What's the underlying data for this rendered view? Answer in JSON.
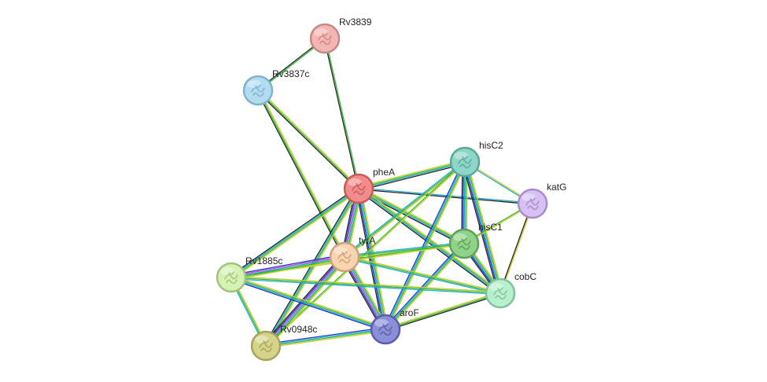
{
  "network": {
    "nodes": [
      {
        "id": "Rv3839",
        "label": "Rv3839",
        "color": "#f4b6b2",
        "ring": "#c88882"
      },
      {
        "id": "Rv3837c",
        "label": "Rv3837c",
        "color": "#b2dcf2",
        "ring": "#7fb2cc"
      },
      {
        "id": "pheA",
        "label": "pheA",
        "color": "#f28c8c",
        "ring": "#c85a5a"
      },
      {
        "id": "hisC2",
        "label": "hisC2",
        "color": "#8ed6c8",
        "ring": "#5aa898"
      },
      {
        "id": "katG",
        "label": "katG",
        "color": "#d8c0f4",
        "ring": "#a68ccc"
      },
      {
        "id": "hisC1",
        "label": "hisC1",
        "color": "#8fd28a",
        "ring": "#5ca05a"
      },
      {
        "id": "tyrA",
        "label": "tyrA",
        "color": "#f8d4b0",
        "ring": "#cca07a"
      },
      {
        "id": "Rv1885c",
        "label": "Rv1885c",
        "color": "#d6f2b2",
        "ring": "#a2c282"
      },
      {
        "id": "cobC",
        "label": "cobC",
        "color": "#b8f0cc",
        "ring": "#82c29c"
      },
      {
        "id": "aroF",
        "label": "aroF",
        "color": "#8a8fd8",
        "ring": "#5a5ea8"
      },
      {
        "id": "Rv0948c",
        "label": "Rv0948c",
        "color": "#d6d48a",
        "ring": "#a6a45a"
      }
    ],
    "edges": [
      {
        "source": "Rv3839",
        "target": "Rv3837c",
        "colors": [
          "#33bb33",
          "#222222"
        ]
      },
      {
        "source": "Rv3839",
        "target": "pheA",
        "colors": [
          "#33bb33",
          "#222222"
        ]
      },
      {
        "source": "Rv3837c",
        "target": "pheA",
        "colors": [
          "#cccc33",
          "#33bb33",
          "#222222"
        ]
      },
      {
        "source": "Rv3837c",
        "target": "tyrA",
        "colors": [
          "#cccc33",
          "#33bb33",
          "#222222"
        ]
      },
      {
        "source": "pheA",
        "target": "hisC2",
        "colors": [
          "#cccc33",
          "#33bb33",
          "#22aacc",
          "#222222"
        ]
      },
      {
        "source": "pheA",
        "target": "katG",
        "colors": [
          "#22aacc",
          "#222222"
        ]
      },
      {
        "source": "pheA",
        "target": "hisC1",
        "colors": [
          "#cccc33",
          "#33bb33",
          "#22aacc",
          "#222222"
        ]
      },
      {
        "source": "pheA",
        "target": "cobC",
        "colors": [
          "#cccc33",
          "#33bb33",
          "#22aacc",
          "#222222"
        ]
      },
      {
        "source": "pheA",
        "target": "tyrA",
        "colors": [
          "#cccc33",
          "#33bb33",
          "#22aacc",
          "#cc44cc",
          "#2233cc",
          "#222222"
        ]
      },
      {
        "source": "pheA",
        "target": "Rv1885c",
        "colors": [
          "#cccc33",
          "#33bb33",
          "#22aacc",
          "#222222"
        ]
      },
      {
        "source": "pheA",
        "target": "aroF",
        "colors": [
          "#cccc33",
          "#33bb33",
          "#22aacc",
          "#2233cc",
          "#222222"
        ]
      },
      {
        "source": "pheA",
        "target": "Rv0948c",
        "colors": [
          "#cccc33",
          "#33bb33",
          "#22aacc",
          "#222222"
        ]
      },
      {
        "source": "hisC2",
        "target": "katG",
        "colors": [
          "#cccc33",
          "#22aacc"
        ]
      },
      {
        "source": "hisC2",
        "target": "hisC1",
        "colors": [
          "#cccc33",
          "#33bb33",
          "#22aacc",
          "#2233cc",
          "#222222"
        ]
      },
      {
        "source": "hisC2",
        "target": "cobC",
        "colors": [
          "#cccc33",
          "#33bb33",
          "#22aacc",
          "#2233cc",
          "#222222"
        ]
      },
      {
        "source": "hisC2",
        "target": "tyrA",
        "colors": [
          "#cccc33",
          "#33bb33",
          "#22aacc"
        ]
      },
      {
        "source": "hisC2",
        "target": "aroF",
        "colors": [
          "#cccc33",
          "#33bb33",
          "#22aacc",
          "#2233cc"
        ]
      },
      {
        "source": "hisC2",
        "target": "Rv0948c",
        "colors": [
          "#cccc33",
          "#33bb33"
        ]
      },
      {
        "source": "katG",
        "target": "hisC1",
        "colors": [
          "#cccc33",
          "#33bb33"
        ]
      },
      {
        "source": "katG",
        "target": "cobC",
        "colors": [
          "#cccc33",
          "#222222"
        ]
      },
      {
        "source": "hisC1",
        "target": "cobC",
        "colors": [
          "#cccc33",
          "#33bb33",
          "#22aacc",
          "#2233cc",
          "#222222"
        ]
      },
      {
        "source": "hisC1",
        "target": "tyrA",
        "colors": [
          "#cccc33",
          "#33bb33",
          "#22aacc"
        ]
      },
      {
        "source": "hisC1",
        "target": "aroF",
        "colors": [
          "#cccc33",
          "#33bb33",
          "#22aacc",
          "#2233cc"
        ]
      },
      {
        "source": "hisC1",
        "target": "Rv1885c",
        "colors": [
          "#cccc33",
          "#33bb33"
        ]
      },
      {
        "source": "tyrA",
        "target": "Rv1885c",
        "colors": [
          "#cccc33",
          "#33bb33",
          "#22aacc",
          "#cc44cc",
          "#2233cc"
        ]
      },
      {
        "source": "tyrA",
        "target": "aroF",
        "colors": [
          "#cccc33",
          "#33bb33",
          "#22aacc",
          "#cc44cc",
          "#2233cc",
          "#222222"
        ]
      },
      {
        "source": "tyrA",
        "target": "Rv0948c",
        "colors": [
          "#cccc33",
          "#33bb33",
          "#22aacc",
          "#cc44cc",
          "#2233cc",
          "#222222"
        ]
      },
      {
        "source": "tyrA",
        "target": "cobC",
        "colors": [
          "#cccc33",
          "#33bb33",
          "#22aacc"
        ]
      },
      {
        "source": "Rv1885c",
        "target": "aroF",
        "colors": [
          "#cccc33",
          "#33bb33",
          "#22aacc",
          "#2233cc"
        ]
      },
      {
        "source": "Rv1885c",
        "target": "Rv0948c",
        "colors": [
          "#cccc33",
          "#33bb33",
          "#22aacc"
        ]
      },
      {
        "source": "Rv1885c",
        "target": "cobC",
        "colors": [
          "#cccc33",
          "#33bb33",
          "#22aacc"
        ]
      },
      {
        "source": "aroF",
        "target": "cobC",
        "colors": [
          "#cccc33",
          "#33bb33",
          "#222222"
        ]
      },
      {
        "source": "aroF",
        "target": "Rv0948c",
        "colors": [
          "#cccc33",
          "#33bb33",
          "#22aacc",
          "#2233cc"
        ]
      }
    ]
  }
}
